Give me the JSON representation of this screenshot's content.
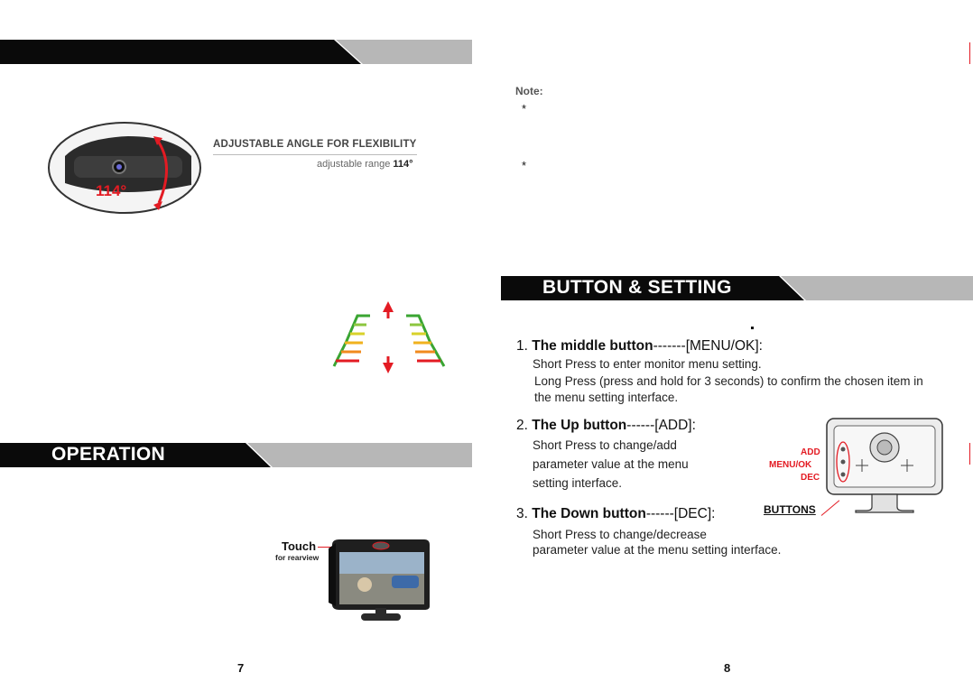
{
  "page_left": {
    "page_number": "7",
    "camera_feature": {
      "heading": "ADJUSTABLE ANGLE FOR FLEXIBILITY",
      "range_label": "adjustable range",
      "range_value": "114°",
      "angle_callout": "114°"
    },
    "operation": {
      "heading": "OPERATION",
      "touch_label": "Touch",
      "touch_sub": "for rearview"
    }
  },
  "page_right": {
    "page_number": "8",
    "note_label": "Note:",
    "note_bullets": [
      "*",
      "*"
    ],
    "section_heading": "BUTTON & SETTING",
    "items": [
      {
        "num": "1.",
        "name": "The middle button",
        "dashes": "-------",
        "code": "[MENU/OK]:",
        "lines": [
          "Short Press to enter monitor menu setting.",
          "Long Press (press and hold for 3 seconds) to confirm the chosen item in",
          "the menu setting interface."
        ]
      },
      {
        "num": "2.",
        "name": "The Up button",
        "dashes": "------",
        "code": "[ADD]:",
        "lines": [
          "Short Press to change/add",
          "parameter value at the menu",
          "setting interface."
        ]
      },
      {
        "num": "3.",
        "name": "The Down button",
        "dashes": "------",
        "code": "[DEC]:",
        "lines": [
          "Short Press to change/decrease",
          "parameter value at the menu setting interface."
        ]
      }
    ],
    "monitor_labels": {
      "add": "ADD",
      "menu_ok": "MENU/OK",
      "dec": "DEC",
      "buttons": "BUTTONS"
    }
  }
}
